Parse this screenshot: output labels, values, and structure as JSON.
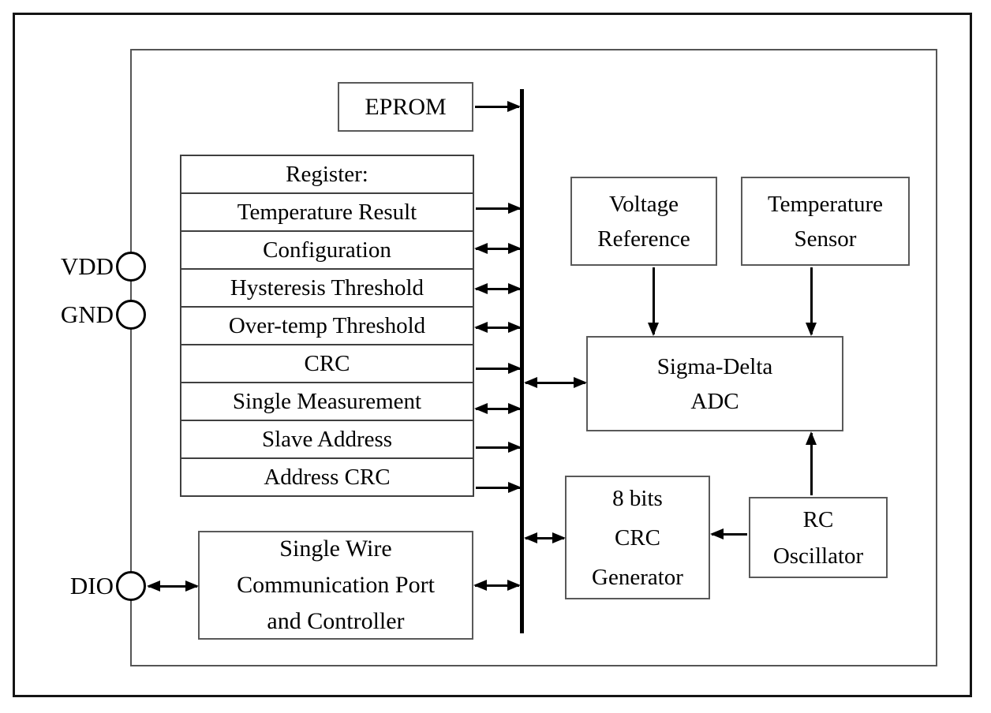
{
  "diagram": {
    "background": "#ffffff",
    "line_color": "#000000",
    "box_border_color": "#595959",
    "pins": [
      {
        "id": "vdd",
        "label": "VDD"
      },
      {
        "id": "gnd",
        "label": "GND"
      },
      {
        "id": "dio",
        "label": "DIO"
      }
    ],
    "eprom": {
      "label": "EPROM"
    },
    "register": {
      "header": "Register:",
      "rows": [
        {
          "label": "Temperature Result",
          "bus_link": "to-bus"
        },
        {
          "label": "Configuration",
          "bus_link": "bidirectional"
        },
        {
          "label": "Hysteresis Threshold",
          "bus_link": "bidirectional"
        },
        {
          "label": "Over-temp Threshold",
          "bus_link": "bidirectional"
        },
        {
          "label": "CRC",
          "bus_link": "to-bus"
        },
        {
          "label": "Single Measurement",
          "bus_link": "bidirectional"
        },
        {
          "label": "Slave Address",
          "bus_link": "to-bus"
        },
        {
          "label": "Address CRC",
          "bus_link": "to-bus"
        }
      ]
    },
    "blocks": {
      "voltage_reference": {
        "lines": [
          "Voltage",
          "Reference"
        ]
      },
      "temperature_sensor": {
        "lines": [
          "Temperature",
          "Sensor"
        ]
      },
      "sigma_delta_adc": {
        "lines": [
          "Sigma-Delta",
          "ADC"
        ]
      },
      "crc_generator": {
        "lines": [
          "8 bits",
          "CRC",
          "Generator"
        ]
      },
      "rc_oscillator": {
        "lines": [
          "RC",
          "Oscillator"
        ]
      },
      "single_wire_port": {
        "lines": [
          "Single Wire",
          "Communication Port",
          "and Controller"
        ]
      }
    },
    "connections": [
      {
        "from": "EPROM",
        "to": "bus",
        "type": "single",
        "direction": "right"
      },
      {
        "from": "Temperature Result",
        "to": "bus",
        "type": "single",
        "direction": "right"
      },
      {
        "from": "Configuration",
        "to": "bus",
        "type": "double"
      },
      {
        "from": "Hysteresis Threshold",
        "to": "bus",
        "type": "double"
      },
      {
        "from": "Over-temp Threshold",
        "to": "bus",
        "type": "double"
      },
      {
        "from": "CRC",
        "to": "bus",
        "type": "single",
        "direction": "right"
      },
      {
        "from": "Single Measurement",
        "to": "bus",
        "type": "double"
      },
      {
        "from": "Slave Address",
        "to": "bus",
        "type": "single",
        "direction": "right"
      },
      {
        "from": "Address CRC",
        "to": "bus",
        "type": "single",
        "direction": "right"
      },
      {
        "from": "bus",
        "to": "Sigma-Delta ADC",
        "type": "double"
      },
      {
        "from": "bus",
        "to": "8 bits CRC Generator",
        "type": "double"
      },
      {
        "from": "Voltage Reference",
        "to": "Sigma-Delta ADC",
        "type": "single",
        "direction": "down"
      },
      {
        "from": "Temperature Sensor",
        "to": "Sigma-Delta ADC",
        "type": "single",
        "direction": "down"
      },
      {
        "from": "RC Oscillator",
        "to": "Sigma-Delta ADC",
        "type": "single",
        "direction": "up"
      },
      {
        "from": "RC Oscillator",
        "to": "8 bits CRC Generator",
        "type": "single",
        "direction": "left"
      },
      {
        "from": "DIO",
        "to": "Single Wire Communication Port and Controller",
        "type": "double"
      },
      {
        "from": "Single Wire Communication Port and Controller",
        "to": "bus",
        "type": "double"
      }
    ]
  }
}
